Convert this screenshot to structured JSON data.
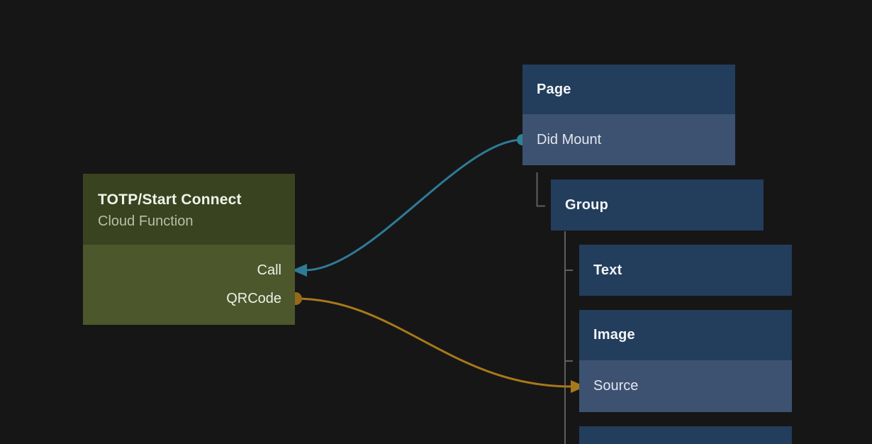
{
  "app": {
    "view": "node-graph-canvas"
  },
  "colors": {
    "background": "#161616",
    "function_node_header": "#3a431f",
    "function_node_body": "#4c572c",
    "element_node_header": "#233d5c",
    "element_node_row": "#3d5271",
    "connection_signal_teal": "#2e7b96",
    "connection_data_orange": "#a8781b",
    "tree_guide_gray": "#5f5f5f"
  },
  "nodes": {
    "cloud_function": {
      "title": "TOTP/Start Connect",
      "subtitle": "Cloud Function",
      "ports": [
        {
          "label": "Call"
        },
        {
          "label": "QRCode"
        }
      ]
    },
    "page": {
      "title": "Page",
      "rows": [
        {
          "label": "Did Mount"
        }
      ]
    },
    "group": {
      "title": "Group"
    },
    "text": {
      "title": "Text"
    },
    "image": {
      "title": "Image",
      "rows": [
        {
          "label": "Source"
        }
      ]
    }
  },
  "connections": [
    {
      "from_node": "Page",
      "from_port": "Did Mount",
      "to_node": "TOTP/Start Connect",
      "to_port": "Call",
      "color": "#2e7b96"
    },
    {
      "from_node": "TOTP/Start Connect",
      "from_port": "QRCode",
      "to_node": "Image",
      "to_port": "Source",
      "color": "#a8781b"
    }
  ]
}
